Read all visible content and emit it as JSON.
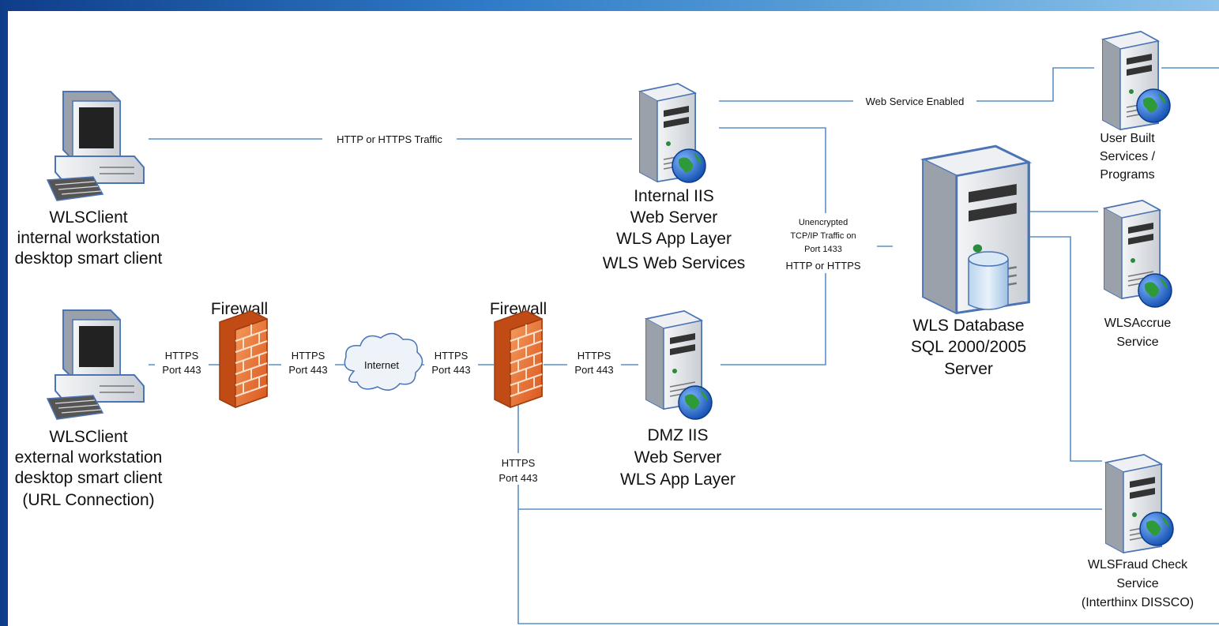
{
  "nodes": {
    "client_internal": [
      "WLSClient",
      "internal workstation",
      "desktop smart client"
    ],
    "client_external": [
      "WLSClient",
      "external workstation",
      "desktop smart client",
      "(URL Connection)"
    ],
    "firewall_left": "Firewall",
    "firewall_right": "Firewall",
    "internet": "Internet",
    "internal_iis": [
      "Internal IIS",
      "Web Server",
      "WLS App Layer",
      "WLS Web Services"
    ],
    "dmz_iis": [
      "DMZ IIS",
      "Web Server",
      "WLS App Layer"
    ],
    "database": [
      "WLS Database",
      "SQL 2000/2005",
      "Server"
    ],
    "user_built": [
      "User Built",
      "Services /",
      "Programs"
    ],
    "accrue": [
      "WLSAccrue",
      "Service"
    ],
    "fraud": [
      "WLSFraud Check",
      "Service",
      "(Interthinx DISSCO)"
    ]
  },
  "edge_labels": {
    "http_traffic": "HTTP or HTTPS Traffic",
    "web_service_enabled": "Web Service Enabled",
    "https_1": [
      "HTTPS",
      "Port 443"
    ],
    "https_2": [
      "HTTPS",
      "Port 443"
    ],
    "https_3": [
      "HTTPS",
      "Port 443"
    ],
    "https_4": [
      "HTTPS",
      "Port 443"
    ],
    "https_5": [
      "HTTPS",
      "Port 443"
    ],
    "db_link": [
      "Unencrypted",
      "TCP/IP Traffic on",
      "Port 1433",
      "HTTP or HTTPS"
    ]
  },
  "colors": {
    "wire": "#5a8fc6",
    "firewall": "#e8743a",
    "globe": "#2a6fd0",
    "server": "#dfe2e6"
  },
  "icons": [
    "computer-icon",
    "server-icon",
    "firewall-icon",
    "cloud-icon",
    "database-icon",
    "globe-icon"
  ]
}
